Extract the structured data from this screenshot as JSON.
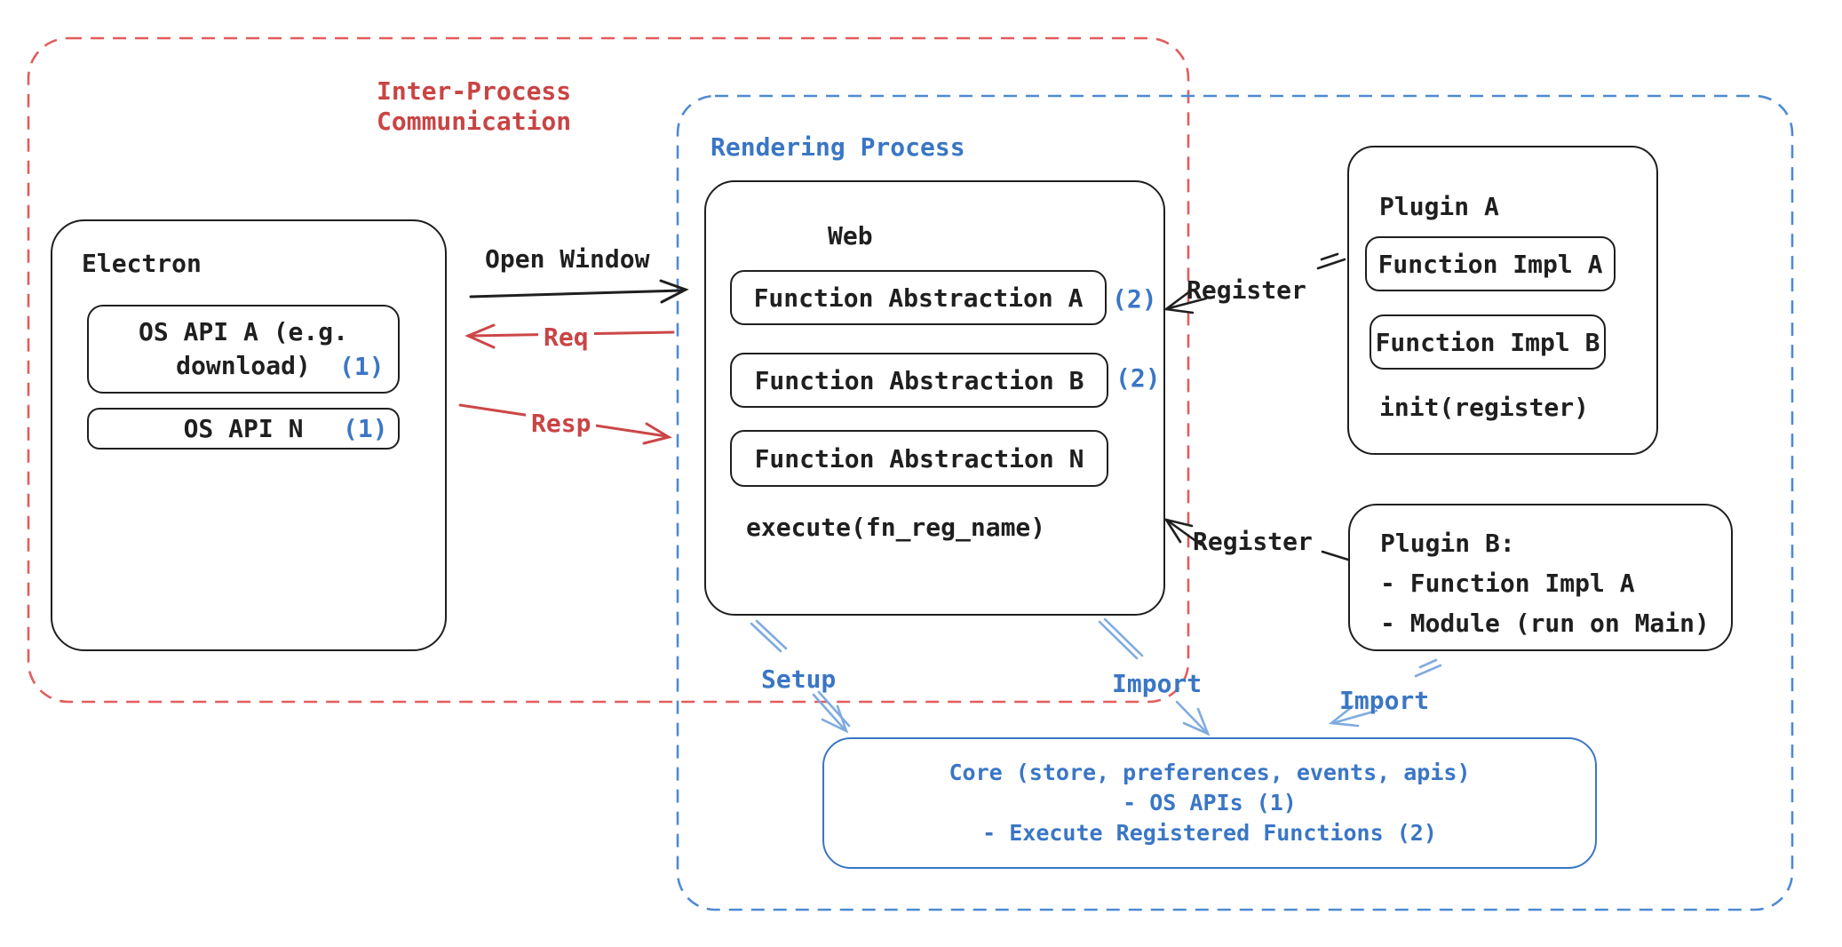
{
  "colors": {
    "ink": "#1f1f1f",
    "red_text": "#c94444",
    "red_dash": "#e25c5c",
    "blue_text": "#3a76c5",
    "blue_dash": "#4e8ad2",
    "arrow_light_blue": "#7fabe0"
  },
  "boundaries": {
    "ipc": {
      "label_line1": "Inter-Process",
      "label_line2": "Communication"
    },
    "rendering": {
      "label": "Rendering Process"
    }
  },
  "electron": {
    "title": "Electron",
    "api_a_line1": "OS API A (e.g.",
    "api_a_line2": "download)",
    "api_a_marker": "(1)",
    "api_n": "OS API N",
    "api_n_marker": "(1)"
  },
  "web": {
    "title": "Web",
    "fa_a": "Function Abstraction A",
    "fa_a_marker": "(2)",
    "fa_b": "Function Abstraction B",
    "fa_b_marker": "(2)",
    "fa_n": "Function Abstraction N",
    "execute": "execute(fn_reg_name)"
  },
  "plugin_a": {
    "title": "Plugin A",
    "impl_a": "Function Impl A",
    "impl_b": "Function Impl B",
    "init": "init(register)"
  },
  "plugin_b": {
    "line1": "Plugin B:",
    "line2": "- Function Impl A",
    "line3": "- Module (run on Main)"
  },
  "core": {
    "line1": "Core (store, preferences, events, apis)",
    "line2": "- OS APIs (1)",
    "line3": "- Execute Registered Functions (2)"
  },
  "arrows": {
    "open_window": "Open Window",
    "req": "Req",
    "resp": "Resp",
    "register_top": "Register",
    "register_bottom": "Register",
    "setup": "Setup",
    "import_web": "Import",
    "import_plugin": "Import"
  }
}
